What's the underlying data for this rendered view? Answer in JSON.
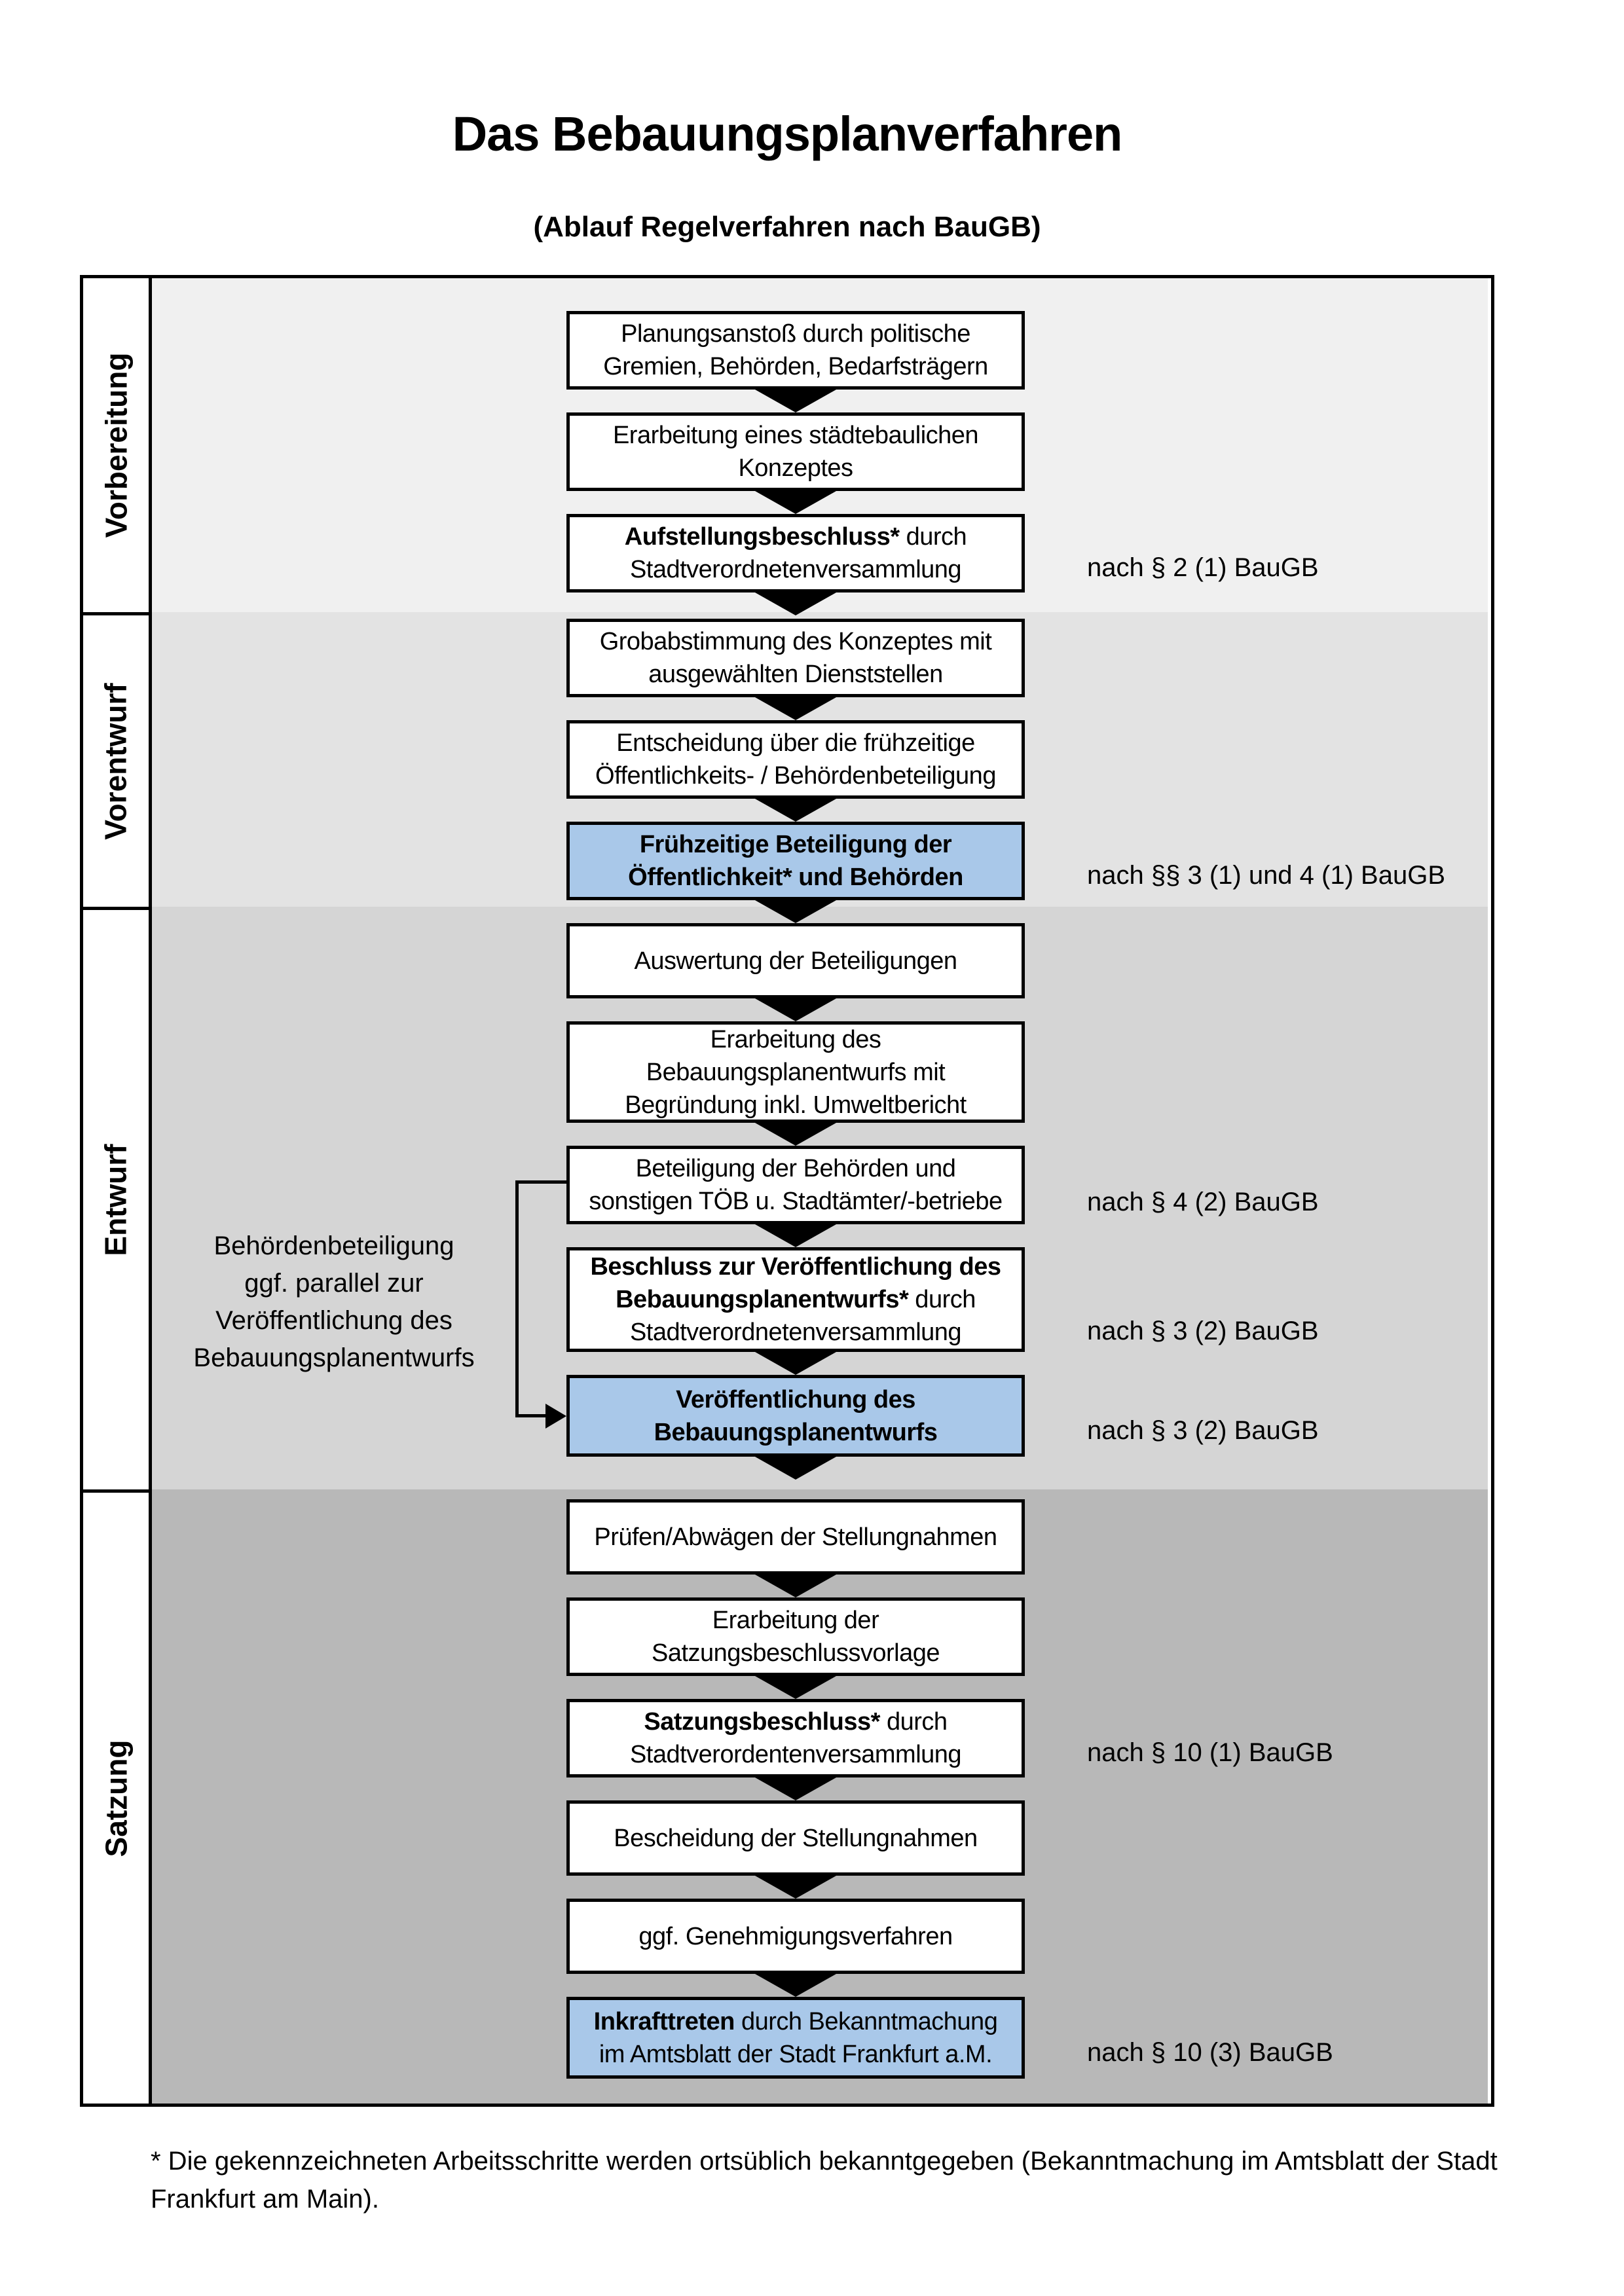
{
  "title": "Das Bebauungsplanverfahren",
  "subtitle": "(Ablauf Regelverfahren nach BauGB)",
  "sections": [
    {
      "label": "Vorbereitung"
    },
    {
      "label": "Vorentwurf"
    },
    {
      "label": "Entwurf"
    },
    {
      "label": "Satzung"
    }
  ],
  "flow": {
    "boxes": [
      {
        "bold": "",
        "rest": "Planungsanstoß durch politische\nGremien, Behörden, Bedarfsträgern"
      },
      {
        "bold": "",
        "rest": "Erarbeitung eines städtebaulichen\nKonzeptes"
      },
      {
        "bold": "Aufstellungsbeschluss*",
        "rest": " durch\nStadtverordnetenversammlung"
      },
      {
        "bold": "",
        "rest": "Grobabstimmung des Konzeptes mit\nausgewählten Dienststellen"
      },
      {
        "bold": "",
        "rest": "Entscheidung über die frühzeitige\nÖffentlichkeits- / Behördenbeteiligung"
      },
      {
        "bold": "Frühzeitige Beteiligung der\nÖffentlichkeit* und Behörden",
        "rest": ""
      },
      {
        "bold": "",
        "rest": "Auswertung der Beteiligungen"
      },
      {
        "bold": "",
        "rest": "Erarbeitung des\nBebauungsplanentwurfs mit\nBegründung inkl. Umweltbericht"
      },
      {
        "bold": "",
        "rest": "Beteiligung der Behörden und\nsonstigen TÖB u. Stadtämter/-betriebe"
      },
      {
        "bold": "Beschluss zur Veröffentlichung des\nBebauungsplanentwurfs*",
        "rest": " durch\nStadtverordnetenversammlung"
      },
      {
        "bold": "Veröffentlichung des\nBebauungsplanentwurfs",
        "rest": ""
      },
      {
        "bold": "",
        "rest": "Prüfen/Abwägen der Stellungnahmen"
      },
      {
        "bold": "",
        "rest": "Erarbeitung der\nSatzungsbeschlussvorlage"
      },
      {
        "bold": "Satzungsbeschluss*",
        "rest": " durch\nStadtverordentenversammlung"
      },
      {
        "bold": "",
        "rest": "Bescheidung der Stellungnahmen"
      },
      {
        "bold": "",
        "rest": "ggf. Genehmigungsverfahren"
      },
      {
        "bold": "Inkrafttreten",
        "rest": " durch Bekanntmachung\nim Amtsblatt der Stadt Frankfurt a.M."
      }
    ]
  },
  "refs": [
    "nach § 2 (1) BauGB",
    "nach §§ 3 (1) und 4 (1) BauGB",
    "nach § 4 (2) BauGB",
    "nach § 3 (2) BauGB",
    "nach § 3 (2) BauGB",
    "nach § 10 (1) BauGB",
    "nach § 10 (3) BauGB"
  ],
  "side_note": "Behördenbeteiligung\nggf. parallel zur\nVeröffentlichung des\nBebauungsplanentwurfs",
  "footnote": "* Die gekennzeichneten Arbeitsschritte werden ortsüblich bekanntgegeben (Bekanntmachung im Amtsblatt der Stadt\nFrankfurt am Main).",
  "colors": {
    "highlight_blue": "#a9c8e9",
    "band_vorbereitung": "#f0f0f0",
    "band_vorentwurf": "#e3e3e3",
    "band_entwurf": "#d5d5d5",
    "band_satzung": "#b8b8b8"
  }
}
